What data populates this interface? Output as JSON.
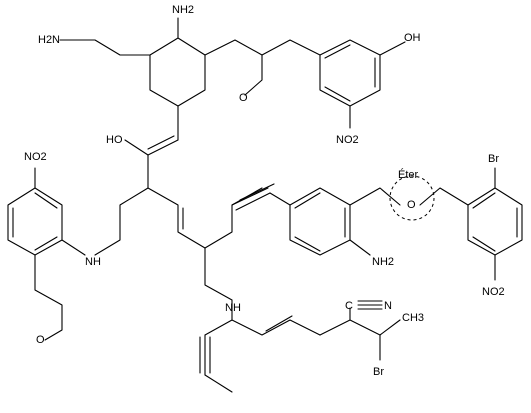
{
  "labels": {
    "nh2_top": "NH2",
    "h2n_left": "H2N",
    "oh_right": "OH",
    "no2_top_ring": "NO2",
    "ome_o": "O",
    "enol_oh": "HO",
    "no2_left": "NO2",
    "nh_left": "NH",
    "nh2_mid": "NH2",
    "ether_o": "O",
    "br_right": "Br",
    "no2_right": "NO2",
    "nh_bottom": "NH",
    "nitrile_n": "N",
    "nitrile_c": "C",
    "ch3": "CH3",
    "br_bottom": "Br",
    "ome_left_o": "O"
  },
  "annotation": {
    "text": "Éter",
    "shape": "dashed-circle"
  }
}
